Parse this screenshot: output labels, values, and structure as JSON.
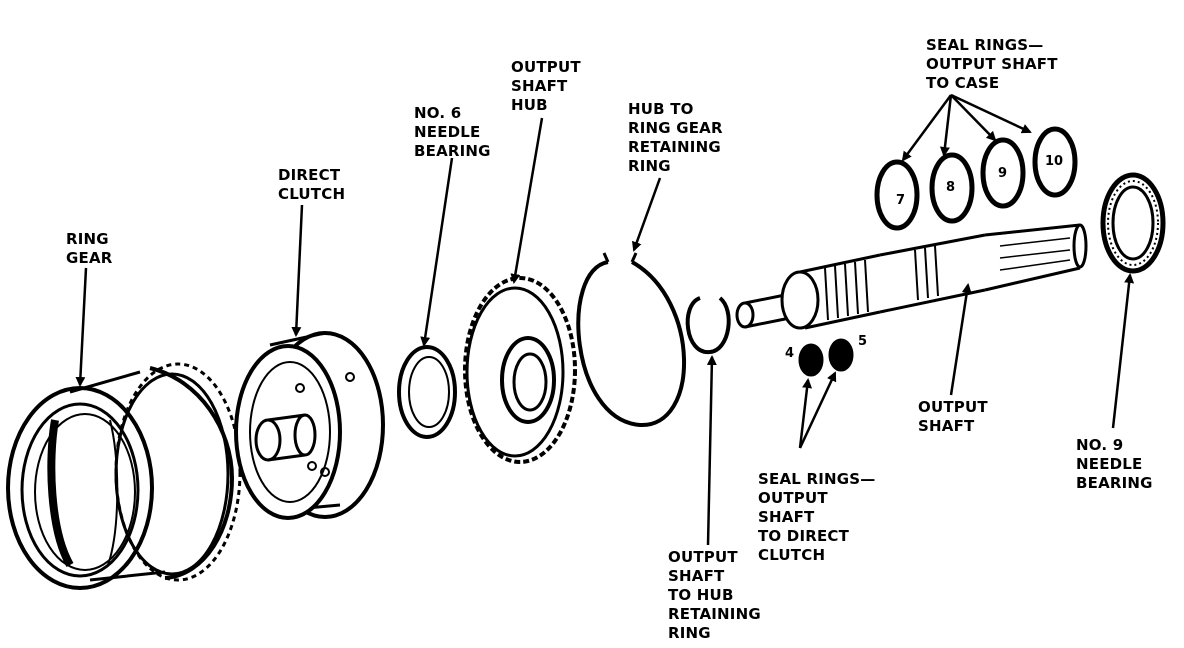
{
  "labels": {
    "ring_gear": "RING\nGEAR",
    "direct_clutch": "DIRECT\nCLUTCH",
    "needle_bearing_6": "NO. 6\nNEEDLE\nBEARING",
    "output_shaft_hub": "OUTPUT\nSHAFT\nHUB",
    "hub_to_ring_gear_retaining_ring": "HUB TO\nRING GEAR\nRETAINING\nRING",
    "seal_rings_output_shaft_to_case": "SEAL RINGS—\nOUTPUT SHAFT\nTO CASE",
    "output_shaft": "OUTPUT\nSHAFT",
    "needle_bearing_9": "NO. 9\nNEEDLE\nBEARING",
    "seal_rings_output_shaft_to_direct_clutch": "SEAL RINGS—\nOUTPUT\nSHAFT\nTO DIRECT\nCLUTCH",
    "output_shaft_to_hub_retaining_ring": "OUTPUT\nSHAFT\nTO HUB\nRETAINING\nRING"
  },
  "ring_numbers": {
    "seal_4": "4",
    "seal_5": "5",
    "seal_7": "7",
    "seal_8": "8",
    "seal_9": "9",
    "seal_10": "10"
  }
}
